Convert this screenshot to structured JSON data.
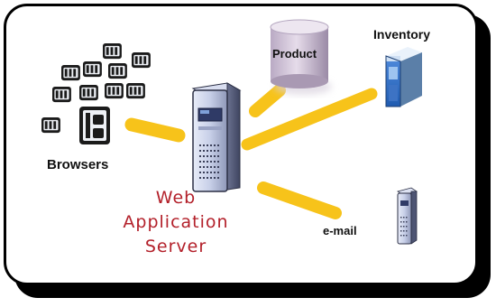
{
  "labels": {
    "inventory": "Inventory",
    "product": "Product",
    "browsers": "Browsers",
    "email": "e-mail",
    "server_line1": "Web",
    "server_line2": "Application",
    "server_line3": "Server"
  },
  "colors": {
    "connector": "#f7c31a",
    "server_text": "#b3202a",
    "server_body": "#cfd6ec",
    "frame": "#000000",
    "database": "#c9bdd0"
  },
  "icons": {
    "server": "tower-server-icon",
    "database": "database-cylinder-icon",
    "inventory": "blue-server-icon",
    "email": "small-server-icon",
    "browsers": "browser-window-icons"
  }
}
